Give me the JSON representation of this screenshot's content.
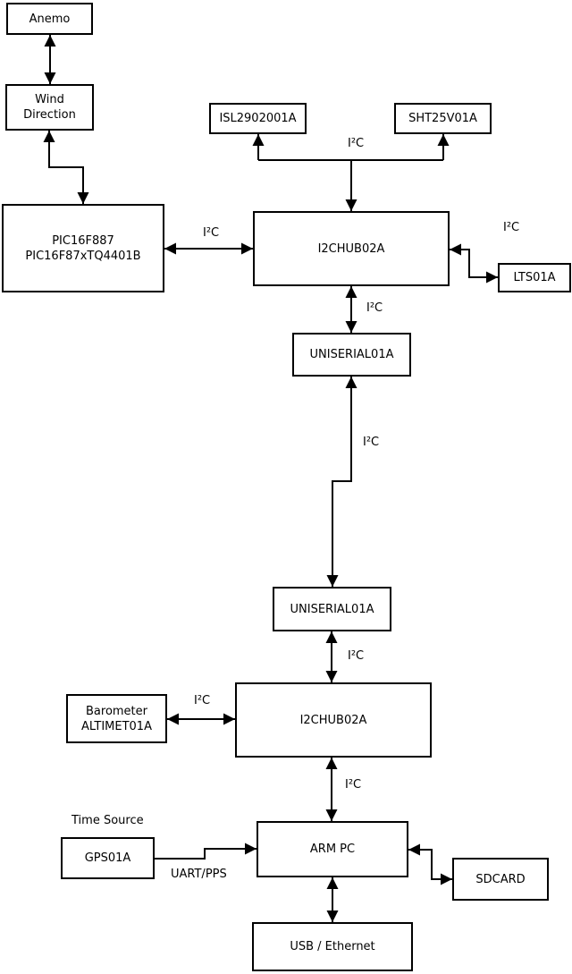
{
  "diagram_type": "block-diagram",
  "colors": {
    "background": "#ffffff",
    "line": "#000000",
    "text": "#000000"
  },
  "nodes": [
    {
      "id": "anemo",
      "label": "Anemo"
    },
    {
      "id": "wind-direction",
      "label": "Wind\nDirection"
    },
    {
      "id": "pic",
      "label": "PIC16F887\nPIC16F87xTQ4401B"
    },
    {
      "id": "isl2902001a",
      "label": "ISL2902001A"
    },
    {
      "id": "sht25v01a",
      "label": "SHT25V01A"
    },
    {
      "id": "i2chub-upper",
      "label": "I2CHUB02A"
    },
    {
      "id": "lts01a",
      "label": "LTS01A"
    },
    {
      "id": "uniserial-upper",
      "label": "UNISERIAL01A"
    },
    {
      "id": "uniserial-lower",
      "label": "UNISERIAL01A"
    },
    {
      "id": "i2chub-lower",
      "label": "I2CHUB02A"
    },
    {
      "id": "barometer",
      "label": "Barometer\nALTIMET01A"
    },
    {
      "id": "gps01a",
      "label": "GPS01A"
    },
    {
      "id": "arm-pc",
      "label": "ARM PC"
    },
    {
      "id": "sdcard",
      "label": "SDCARD"
    },
    {
      "id": "usb-ethernet",
      "label": "USB / Ethernet"
    }
  ],
  "labels": [
    {
      "id": "i2c-sensor-branch",
      "text": "I²C"
    },
    {
      "id": "i2c-pic-hub",
      "text": "I²C"
    },
    {
      "id": "i2c-hub-lts",
      "text": "I²C"
    },
    {
      "id": "i2c-hub-uniserial",
      "text": "I²C"
    },
    {
      "id": "i2c-uniserial-link",
      "text": "I²C"
    },
    {
      "id": "i2c-uniserial-hub",
      "text": "I²C"
    },
    {
      "id": "i2c-barometer-hub",
      "text": "I²C"
    },
    {
      "id": "i2c-hub-armpc",
      "text": "I²C"
    },
    {
      "id": "time-source",
      "text": "Time Source"
    },
    {
      "id": "uart-pps",
      "text": "UART/PPS"
    }
  ],
  "edges": [
    {
      "from": "anemo",
      "to": "wind-direction",
      "bidirectional": true,
      "label_id": null
    },
    {
      "from": "wind-direction",
      "to": "pic",
      "bidirectional": true,
      "label_id": null
    },
    {
      "from": "pic",
      "to": "i2chub-upper",
      "bidirectional": true,
      "label_id": "i2c-pic-hub"
    },
    {
      "from": "i2chub-upper",
      "to": "isl2902001a",
      "bidirectional": true,
      "label_id": "i2c-sensor-branch"
    },
    {
      "from": "i2chub-upper",
      "to": "sht25v01a",
      "bidirectional": true,
      "label_id": "i2c-sensor-branch"
    },
    {
      "from": "i2chub-upper",
      "to": "lts01a",
      "bidirectional": true,
      "label_id": "i2c-hub-lts"
    },
    {
      "from": "i2chub-upper",
      "to": "uniserial-upper",
      "bidirectional": true,
      "label_id": "i2c-hub-uniserial"
    },
    {
      "from": "uniserial-upper",
      "to": "uniserial-lower",
      "bidirectional": true,
      "label_id": "i2c-uniserial-link"
    },
    {
      "from": "uniserial-lower",
      "to": "i2chub-lower",
      "bidirectional": true,
      "label_id": "i2c-uniserial-hub"
    },
    {
      "from": "barometer",
      "to": "i2chub-lower",
      "bidirectional": true,
      "label_id": "i2c-barometer-hub"
    },
    {
      "from": "i2chub-lower",
      "to": "arm-pc",
      "bidirectional": true,
      "label_id": "i2c-hub-armpc"
    },
    {
      "from": "gps01a",
      "to": "arm-pc",
      "bidirectional": false,
      "label_id": "uart-pps"
    },
    {
      "from": "arm-pc",
      "to": "sdcard",
      "bidirectional": true,
      "label_id": null
    },
    {
      "from": "arm-pc",
      "to": "usb-ethernet",
      "bidirectional": true,
      "label_id": null
    }
  ]
}
